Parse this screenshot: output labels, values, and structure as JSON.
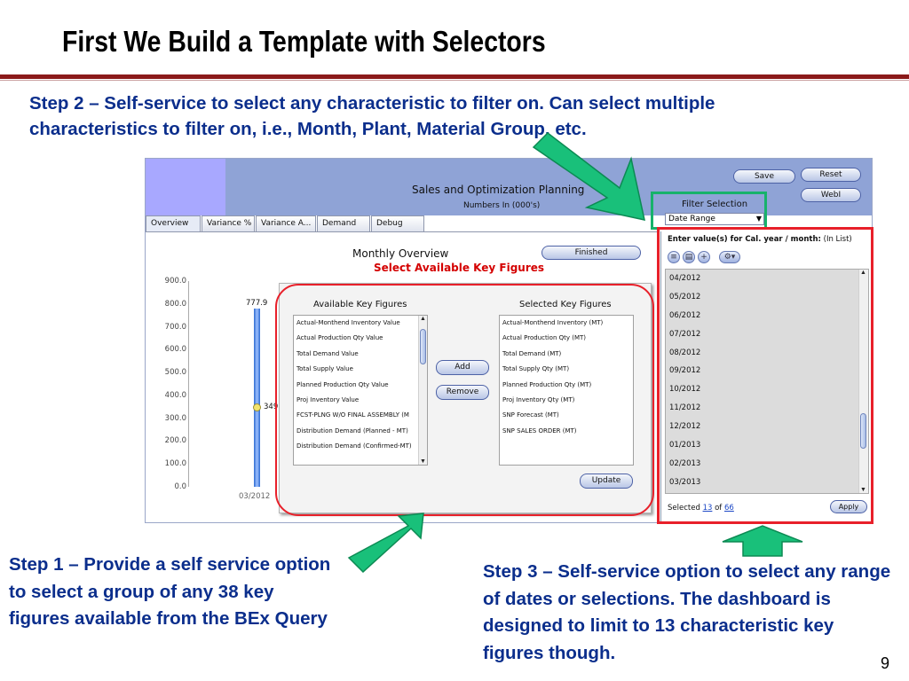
{
  "slide": {
    "title": "First We Build a Template with Selectors",
    "step2": "Step 2 – Self-service to select any characteristic to filter on. Can select multiple characteristics to filter on, i.e., Month, Plant, Material Group, etc.",
    "step1": "Step 1 –  Provide a self service option to select a group of any 38 key figures available from the BEx Query",
    "step3": "Step 3 – Self-service option to select any range of dates or selections. The dashboard is designed to limit to 13 characteristic key figures though.",
    "page_number": "9"
  },
  "app": {
    "title": "Sales and Optimization Planning",
    "subtitle": "Numbers In (000's)",
    "save_label": "Save",
    "reset_label": "Reset",
    "webi_label": "WebI",
    "filter_label": "Filter Selection",
    "filter_value": "Date Range",
    "tabs": [
      {
        "label": "Overview"
      },
      {
        "label": "Variance %"
      },
      {
        "label": "Variance A..."
      },
      {
        "label": "Demand"
      },
      {
        "label": "Debug"
      }
    ],
    "monthly_title": "Monthly Overview",
    "finished_label": "Finished",
    "select_kf_title": "Select Available Key Figures"
  },
  "chart_data": {
    "type": "bar",
    "categories": [
      "03/2012"
    ],
    "series": [
      {
        "values": [
          777.9
        ]
      },
      {
        "values": [
          349
        ]
      }
    ],
    "y_ticks": [
      "900.0",
      "800.0",
      "700.0",
      "600.0",
      "500.0",
      "400.0",
      "300.0",
      "200.0",
      "100.0",
      "0.0"
    ],
    "bar_label": "777.9",
    "point_label": "349",
    "ylim": [
      0,
      900
    ]
  },
  "dialog": {
    "available_heading": "Available Key Figures",
    "selected_heading": "Selected Key Figures",
    "add_label": "Add",
    "remove_label": "Remove",
    "update_label": "Update",
    "available_items": [
      "Actual-Monthend Inventory Value",
      "Actual Production Qty Value",
      "Total Demand Value",
      "Total Supply Value",
      "Planned Production Qty Value",
      "Proj Inventory Value",
      "FCST-PLNG W/O FINAL ASSEMBLY (M",
      "Distribution Demand (Planned - MT)",
      "Distribution Demand (Confirmed-MT)"
    ],
    "selected_items": [
      "Actual-Monthend Inventory (MT)",
      "Actual Production Qty (MT)",
      "Total Demand (MT)",
      "Total Supply Qty (MT)",
      "Planned Production Qty (MT)",
      "Proj Inventory Qty (MT)",
      "SNP Forecast (MT)",
      "SNP SALES ORDER (MT)"
    ]
  },
  "panel": {
    "heading_bold": "Enter value(s) for Cal. year / month:",
    "heading_rest": "(In List)",
    "dates": [
      "04/2012",
      "05/2012",
      "06/2012",
      "07/2012",
      "08/2012",
      "09/2012",
      "10/2012",
      "11/2012",
      "12/2012",
      "01/2013",
      "02/2013",
      "03/2013"
    ],
    "selected_prefix": "Selected",
    "selected_count": "13",
    "of_word": "of",
    "total_count": "66",
    "apply_label": "Apply"
  },
  "colors": {
    "text_blue": "#0b2e8c",
    "highlight_red": "#e8202a",
    "highlight_green": "#17b26b",
    "title_rule": "#8b1a1a",
    "app_header": "#8fa3d6"
  }
}
